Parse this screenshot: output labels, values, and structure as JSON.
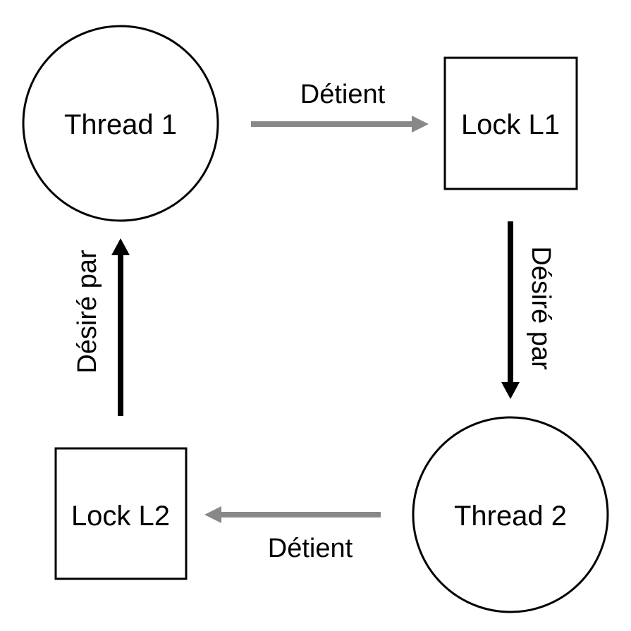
{
  "nodes": {
    "thread1": {
      "label": "Thread 1"
    },
    "thread2": {
      "label": "Thread 2"
    },
    "lock1": {
      "label": "Lock L1"
    },
    "lock2": {
      "label": "Lock L2"
    }
  },
  "edges": {
    "thread1_holds_lock1": {
      "label": "Détient"
    },
    "lock1_wanted_by_thread2": {
      "label": "Désiré par"
    },
    "thread2_holds_lock2": {
      "label": "Détient"
    },
    "lock2_wanted_by_thread1": {
      "label": "Désiré par"
    }
  },
  "colors": {
    "holds_edge": "#888888",
    "wanted_edge": "#000000",
    "node_stroke": "#000000"
  }
}
